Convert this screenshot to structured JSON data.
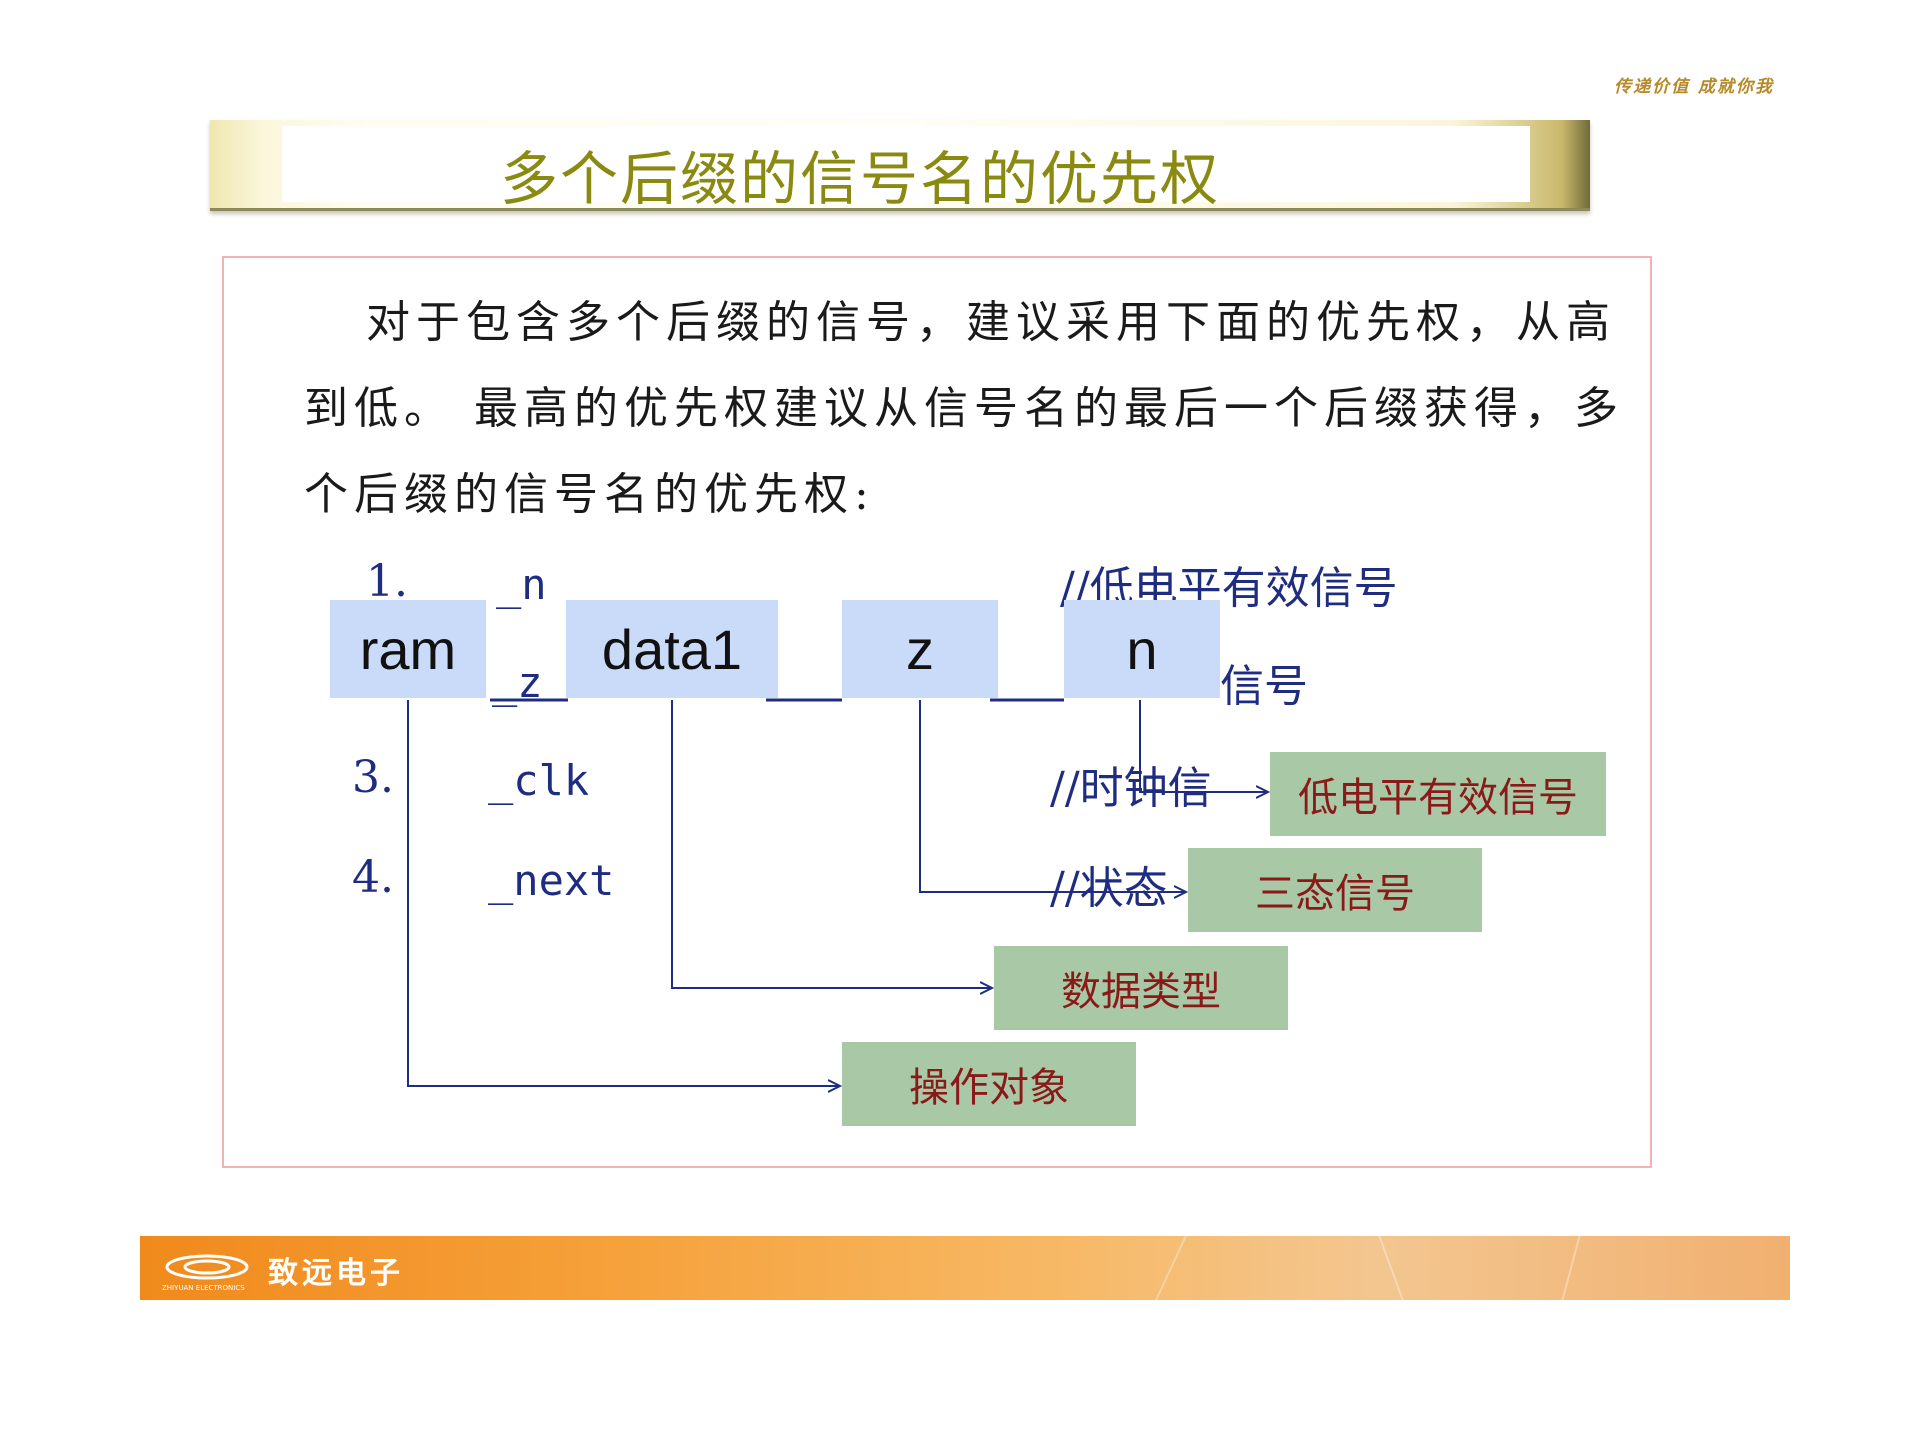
{
  "header": {
    "slogan": "传递价值  成就你我",
    "title": "多个后缀的信号名的优先权"
  },
  "intro_text": "对于包含多个后缀的信号，建议采用下面的优先权，从高到低。 最高的优先权建议从信号名的最后一个后缀获得，多个后缀的信号名的优先权:",
  "list": [
    {
      "num": "1.",
      "suffix": "_n",
      "comment": "//低电平有效信号"
    },
    {
      "num": "",
      "suffix": "_z",
      "comment": "信号"
    },
    {
      "num": "3.",
      "suffix": "_clk",
      "comment": "//时钟信"
    },
    {
      "num": "4.",
      "suffix": "_next",
      "comment": "//状态"
    }
  ],
  "signal_parts": [
    "ram",
    "data1",
    "z",
    "n"
  ],
  "labels": {
    "low_active": "低电平有效信号",
    "tristate": "三态信号",
    "data_type": "数据类型",
    "operand": "操作对象"
  },
  "footer": {
    "company": "致远电子",
    "company_en": "ZHIYUAN ELECTRONICS"
  },
  "colors": {
    "title": "#8a8a10",
    "signal_box": "#c9dbf9",
    "label_box": "#a9c8a5",
    "label_text": "#8a1a1a",
    "connector": "#1f2d80",
    "footer": "#f08a1c"
  }
}
